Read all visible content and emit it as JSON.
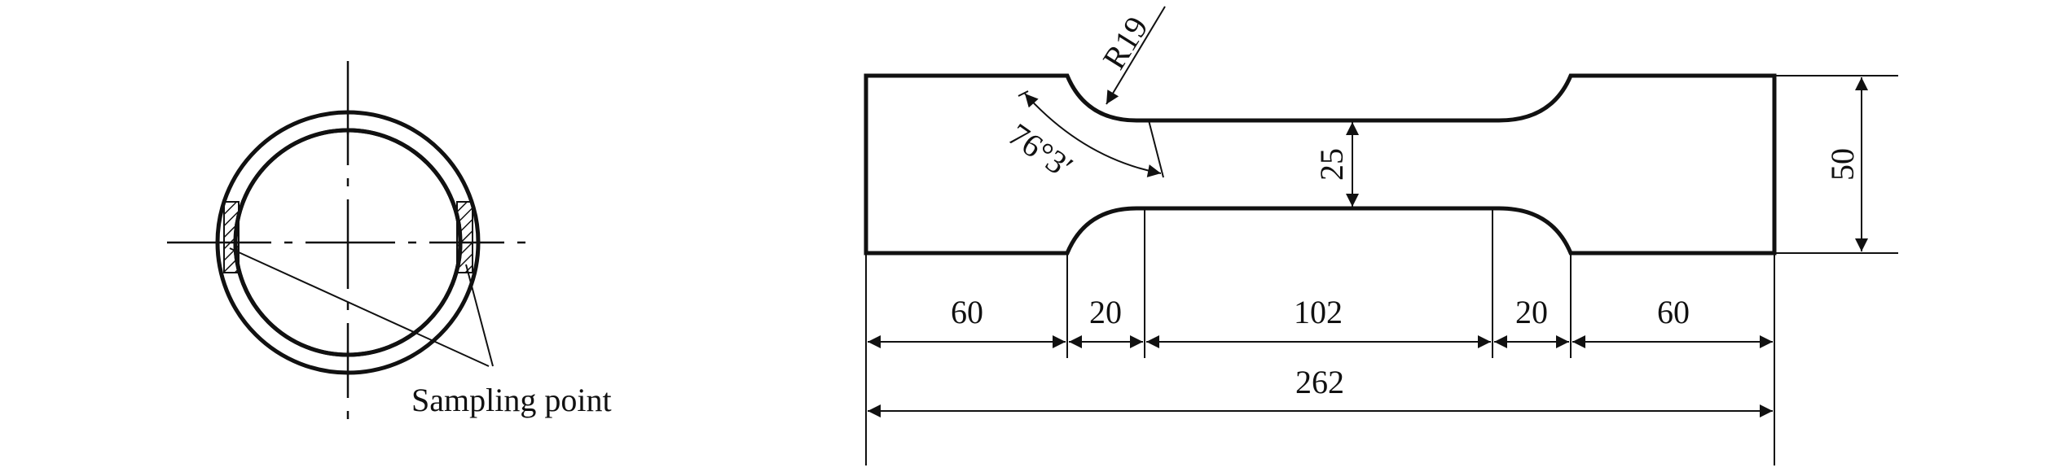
{
  "left_view": {
    "callout_label": "Sampling point"
  },
  "specimen": {
    "fillet_radius": "R19",
    "angle": "76°3′",
    "neck_width": "25",
    "total_width": "50",
    "dim_grip_left": "60",
    "dim_fillet_left": "20",
    "dim_gauge": "102",
    "dim_fillet_right": "20",
    "dim_grip_right": "60",
    "dim_total_length": "262"
  }
}
